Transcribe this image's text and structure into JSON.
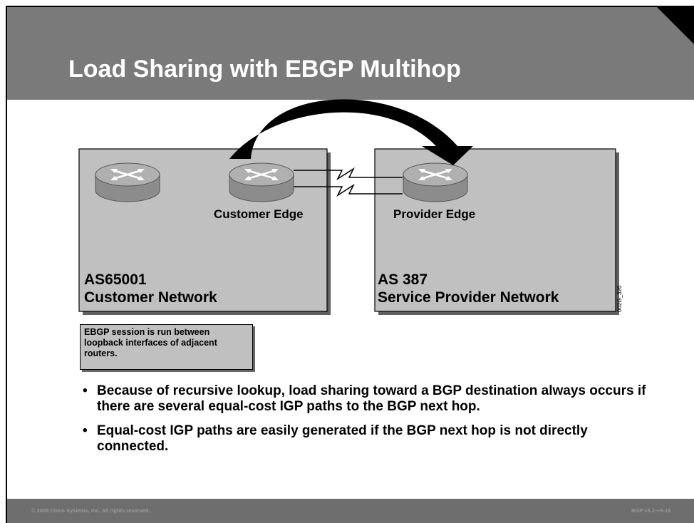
{
  "title": "Load Sharing with EBGP Multihop",
  "routers": {
    "customer_edge": "Customer Edge",
    "provider_edge": "Provider Edge"
  },
  "networks": {
    "customer": {
      "as": "AS65001",
      "name": "Customer Network"
    },
    "provider": {
      "as": "AS 387",
      "name": "Service Provider Network"
    }
  },
  "figure_id": "002G_326",
  "note": "EBGP session is run between loopback interfaces of adjacent routers.",
  "bullets": [
    "Because of recursive lookup, load sharing toward a BGP destination always occurs if there are several equal-cost IGP paths to the BGP next hop.",
    "Equal-cost IGP paths are easily generated if the BGP next hop is not directly connected."
  ],
  "bullet_glyph": "•",
  "footer": {
    "copyright": "© 2005 Cisco Systems, Inc. All rights reserved.",
    "course": "BGP v3.2—5-18"
  },
  "colors": {
    "header": "#7a7a7a",
    "box": "#c0c0c0",
    "router": "#a8a8a8"
  }
}
